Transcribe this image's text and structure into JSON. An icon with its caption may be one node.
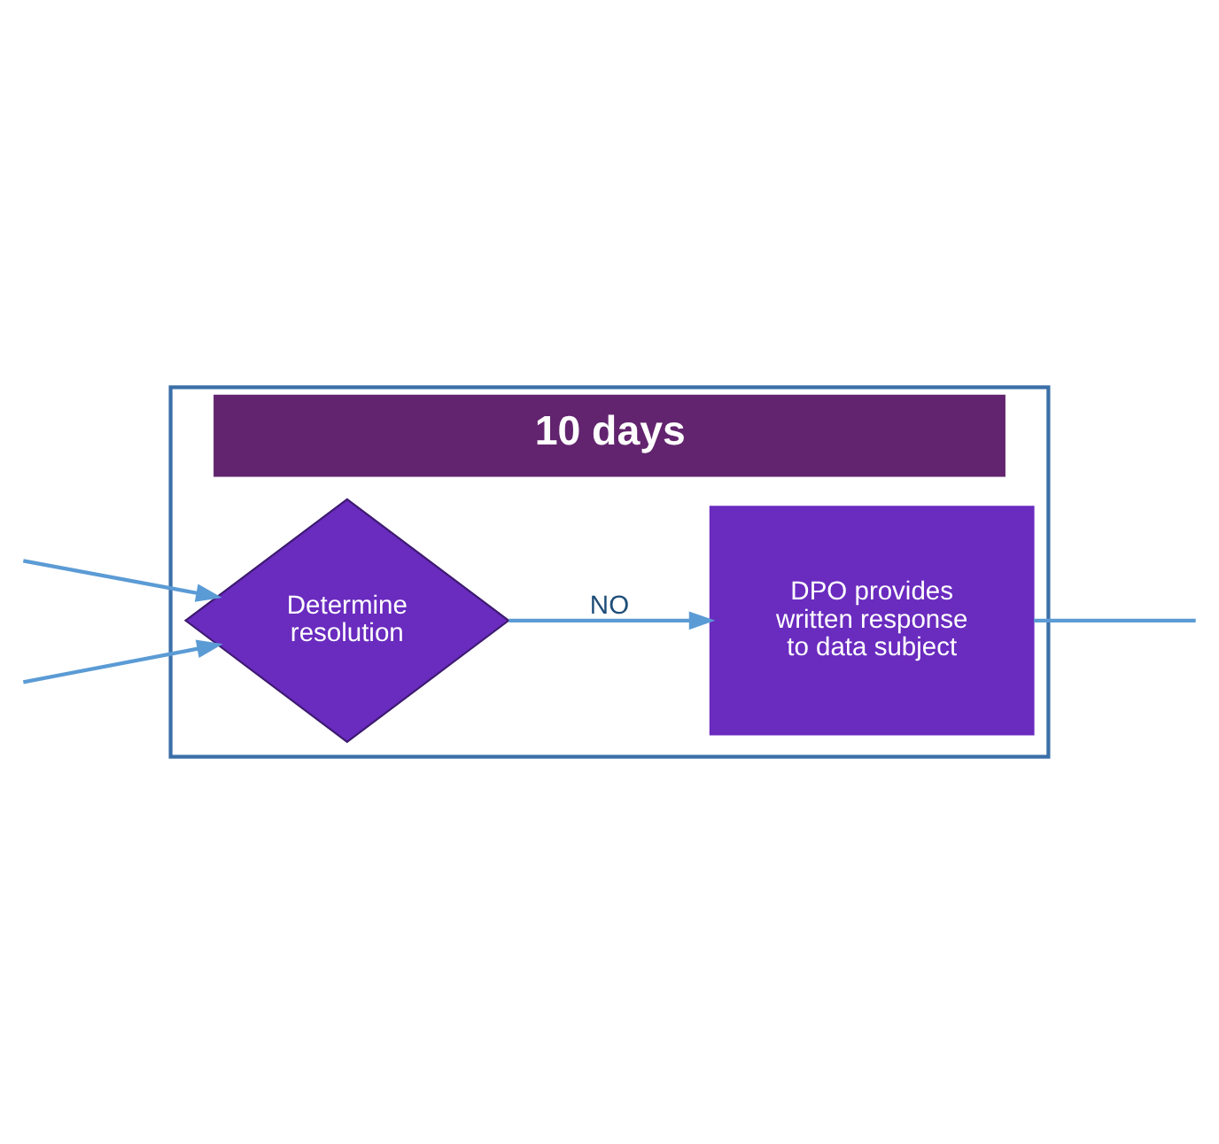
{
  "diagram": {
    "nodes": [
      {
        "text": [
          "10 days"
        ]
      },
      {
        "text": [
          "Determine resolution"
        ],
        "in": 0
      },
      {
        "text": [
          "DPO provides written response to data subject"
        ],
        "in": 0
      }
    ],
    "edges": [
      {
        "from": null,
        "to": 1,
        "arrow": "to"
      },
      {
        "from": null,
        "to": 1,
        "arrow": "to"
      },
      {
        "from": 1,
        "to": 2,
        "arrow": "to",
        "label": "NO"
      },
      {
        "from": 2,
        "to": null,
        "arrow": "none"
      }
    ]
  }
}
